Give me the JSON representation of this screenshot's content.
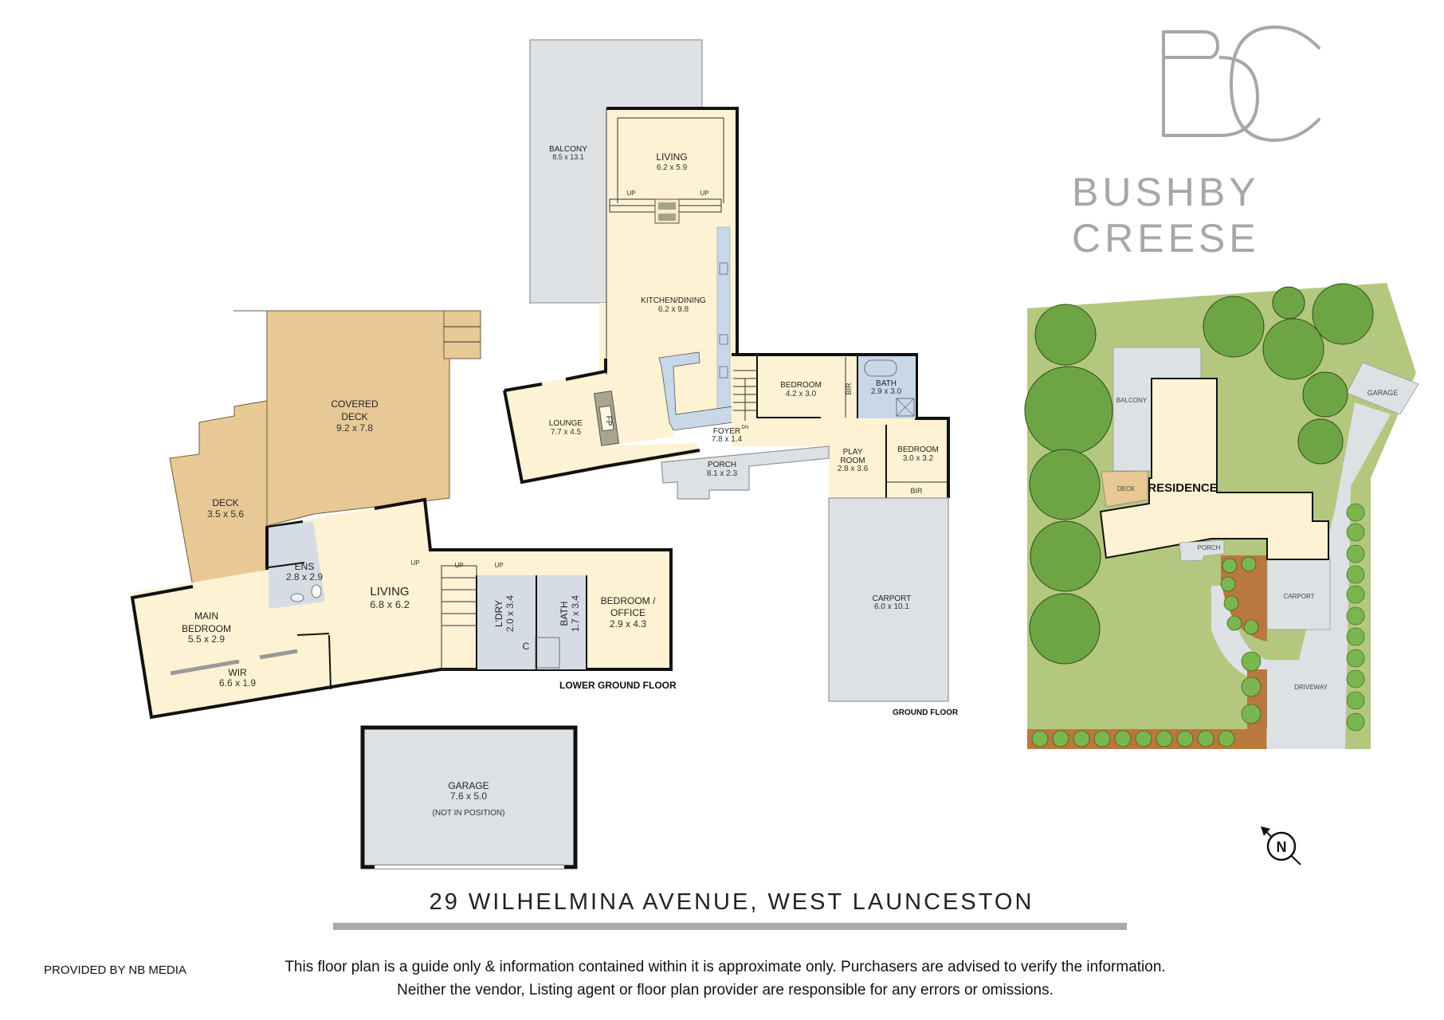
{
  "brand": {
    "monogram": "BC",
    "name": "BUSHBY CREESE",
    "color": "#a7a7a7"
  },
  "address": "29 WILHELMINA AVENUE, WEST LAUNCESTON",
  "footer": {
    "provider": "PROVIDED BY NB MEDIA",
    "disclaimer_line1": "This floor plan is a guide only & information contained within it is approximate only. Purchasers are advised to verify the information.",
    "disclaimer_line2": "Neither the vendor, Listing agent or floor plan provider are responsible for any errors or omissions."
  },
  "colors": {
    "interior": "#fdf2d3",
    "deck": "#e8c995",
    "outdoor_grey": "#dde1e4",
    "wet_area": "#c9d8e8",
    "lawn": "#b3c77f",
    "tree": "#6ea544",
    "garden_bed": "#b8783e",
    "wall": "#111111"
  },
  "ground_floor": {
    "label": "GROUND FLOOR",
    "rooms": {
      "balcony": {
        "name": "BALCONY",
        "dim": "8.5 x 13.1"
      },
      "living": {
        "name": "LIVING",
        "dim": "6.2 x 5.9"
      },
      "kitchen_dining": {
        "name": "KITCHEN/DINING",
        "dim": "6.2 x 9.8"
      },
      "lounge": {
        "name": "LOUNGE",
        "dim": "7.7 x 4.5"
      },
      "fireplace": {
        "name": "FP"
      },
      "foyer": {
        "name": "FOYER",
        "dim": "7.8 x 1.4"
      },
      "porch": {
        "name": "PORCH",
        "dim": "8.1 x 2.3"
      },
      "bedroom1": {
        "name": "BEDROOM",
        "dim": "4.2 x 3.0"
      },
      "bir1": {
        "name": "BIR"
      },
      "bath": {
        "name": "BATH",
        "dim": "2.9 x 3.0"
      },
      "play_room": {
        "name1": "PLAY",
        "name2": "ROOM",
        "dim": "2.8 x 3.6"
      },
      "bedroom2": {
        "name": "BEDROOM",
        "dim": "3.0 x 3.2"
      },
      "bir2": {
        "name": "BIR"
      },
      "carport": {
        "name": "CARPORT",
        "dim": "6.0 x 10.1"
      }
    },
    "stair_labels": {
      "up": "UP",
      "dn": "DN"
    }
  },
  "lower_ground_floor": {
    "label": "LOWER GROUND FLOOR",
    "rooms": {
      "covered_deck": {
        "name1": "COVERED",
        "name2": "DECK",
        "dim": "9.2 x 7.8"
      },
      "deck": {
        "name": "DECK",
        "dim": "3.5 x 5.6"
      },
      "ens": {
        "name": "ENS",
        "dim": "2.8 x 2.9"
      },
      "living": {
        "name": "LIVING",
        "dim": "6.8 x 6.2"
      },
      "main_bedroom": {
        "name1": "MAIN",
        "name2": "BEDROOM",
        "dim": "5.5 x 2.9"
      },
      "wir": {
        "name": "WIR",
        "dim": "6.6 x 1.9"
      },
      "laundry": {
        "name": "L'DRY",
        "dim": "2.0 x 3.4"
      },
      "cupboard": {
        "name": "C"
      },
      "bath": {
        "name": "BATH",
        "dim": "1.7 x 3.4"
      },
      "bedroom_office": {
        "name1": "BEDROOM /",
        "name2": "OFFICE",
        "dim": "2.9 x 4.3"
      }
    },
    "stair_labels": {
      "up": "UP"
    }
  },
  "garage": {
    "name": "GARAGE",
    "dim": "7.6 x 5.0",
    "note": "(NOT IN POSITION)"
  },
  "site_plan": {
    "labels": {
      "residence": "RESIDENCE",
      "balcony": "BALCONY",
      "deck": "DECK",
      "porch": "PORCH",
      "carport": "CARPORT",
      "driveway": "DRIVEWAY",
      "garage": "GARAGE"
    }
  },
  "compass": {
    "label": "N"
  }
}
